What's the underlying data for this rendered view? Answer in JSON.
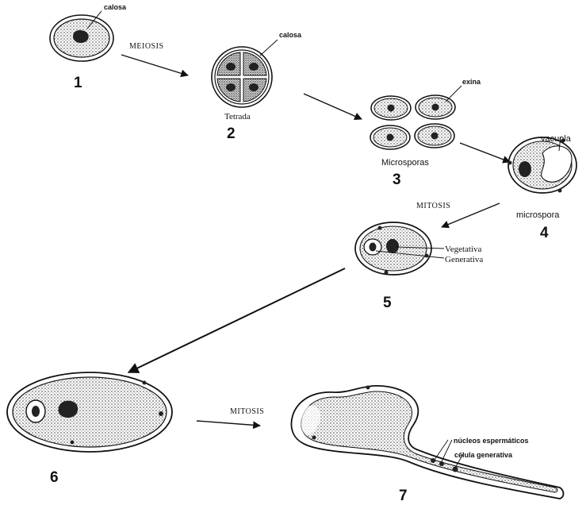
{
  "labels": {
    "callose_1": "calosa",
    "meiosis": "MEIOSIS",
    "stage_1": "1",
    "callose_2": "calosa",
    "tetrad": "Tetrada",
    "stage_2": "2",
    "exine": "exina",
    "microspores": "Microsporas",
    "stage_3": "3",
    "vacuole": "vacuola",
    "microspore": "microspora",
    "stage_4": "4",
    "mitosis_1": "MITOSIS",
    "vegetative": "Vegetativa",
    "generative": "Generativa",
    "stage_5": "5",
    "stage_6": "6",
    "mitosis_2": "MITOSIS",
    "sperm_nuclei": "núcleos espermáticos",
    "generative_cell": "célula generativa",
    "stage_7": "7"
  },
  "colors": {
    "ink": "#111111",
    "stipple": "#9a9a9a"
  }
}
